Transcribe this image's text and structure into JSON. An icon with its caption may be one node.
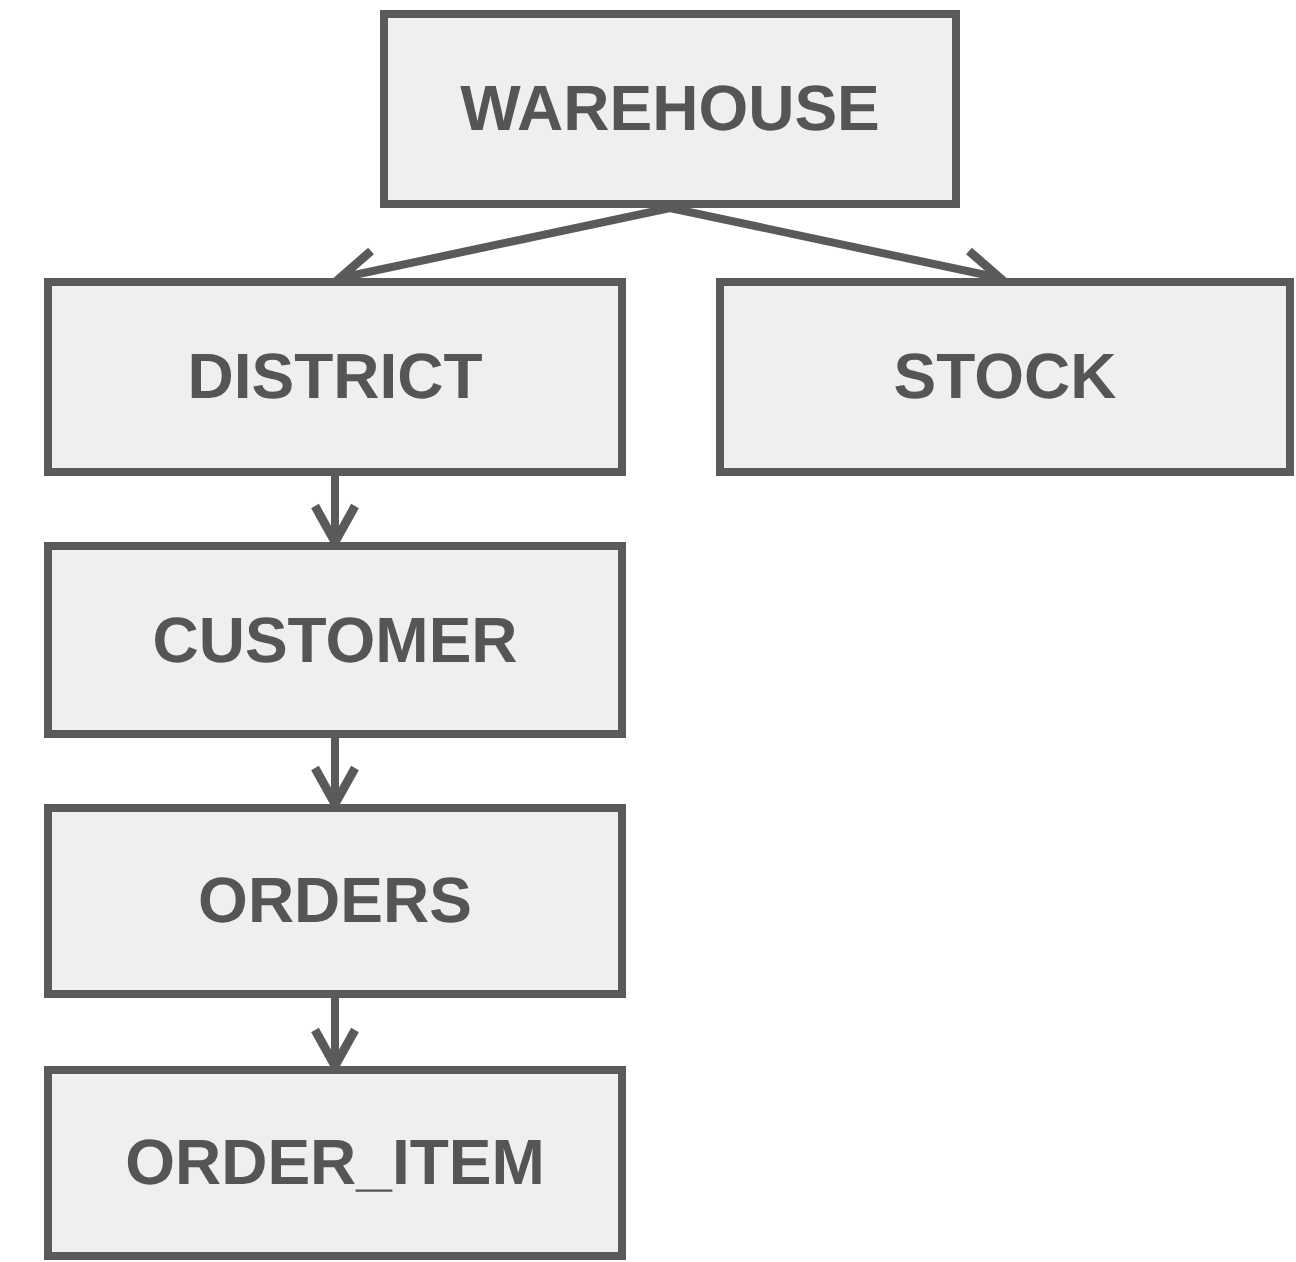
{
  "diagram": {
    "nodes": [
      {
        "text": [
          "WAREHOUSE"
        ]
      },
      {
        "text": [
          "DISTRICT"
        ]
      },
      {
        "text": [
          "STOCK"
        ]
      },
      {
        "text": [
          "CUSTOMER"
        ]
      },
      {
        "text": [
          "ORDERS"
        ]
      },
      {
        "text": [
          "ORDER_ITEM"
        ]
      }
    ],
    "edges": [
      {
        "from": 0,
        "to": 1,
        "arrow": "to"
      },
      {
        "from": 0,
        "to": 2,
        "arrow": "to"
      },
      {
        "from": 1,
        "to": 3,
        "arrow": "to"
      },
      {
        "from": 3,
        "to": 4,
        "arrow": "to"
      },
      {
        "from": 4,
        "to": 5,
        "arrow": "to"
      }
    ]
  }
}
